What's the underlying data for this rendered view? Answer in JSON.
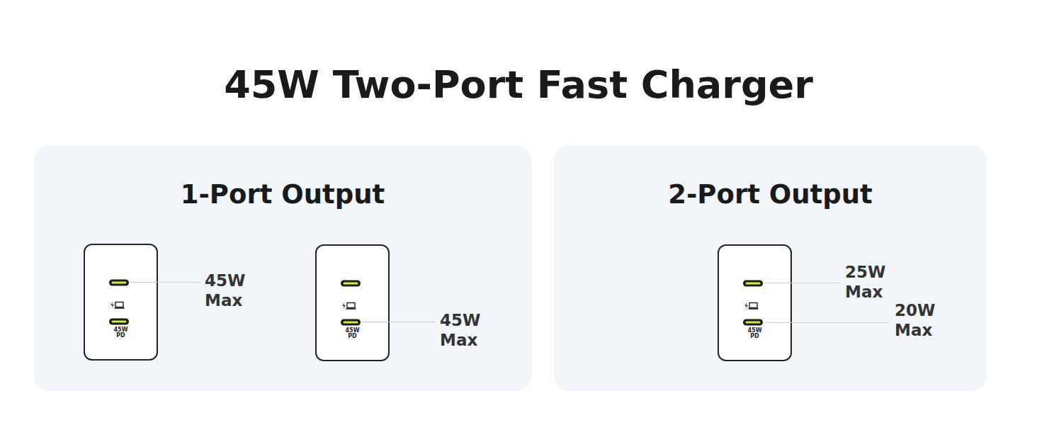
{
  "diagram": {
    "title": "45W Two-Port Fast Charger",
    "nodes": [
      {
        "text": [
          "1-Port Output"
        ]
      },
      {
        "text": [
          "45W PD"
        ],
        "in": 0
      },
      {
        "text": [
          "45W PD"
        ],
        "in": 0
      },
      {
        "text": [
          "2-Port Output"
        ]
      },
      {
        "text": [
          "45W PD"
        ],
        "in": 3
      }
    ],
    "labels": [
      "45W Max",
      "45W Max",
      "25W Max",
      "20W Max"
    ]
  }
}
